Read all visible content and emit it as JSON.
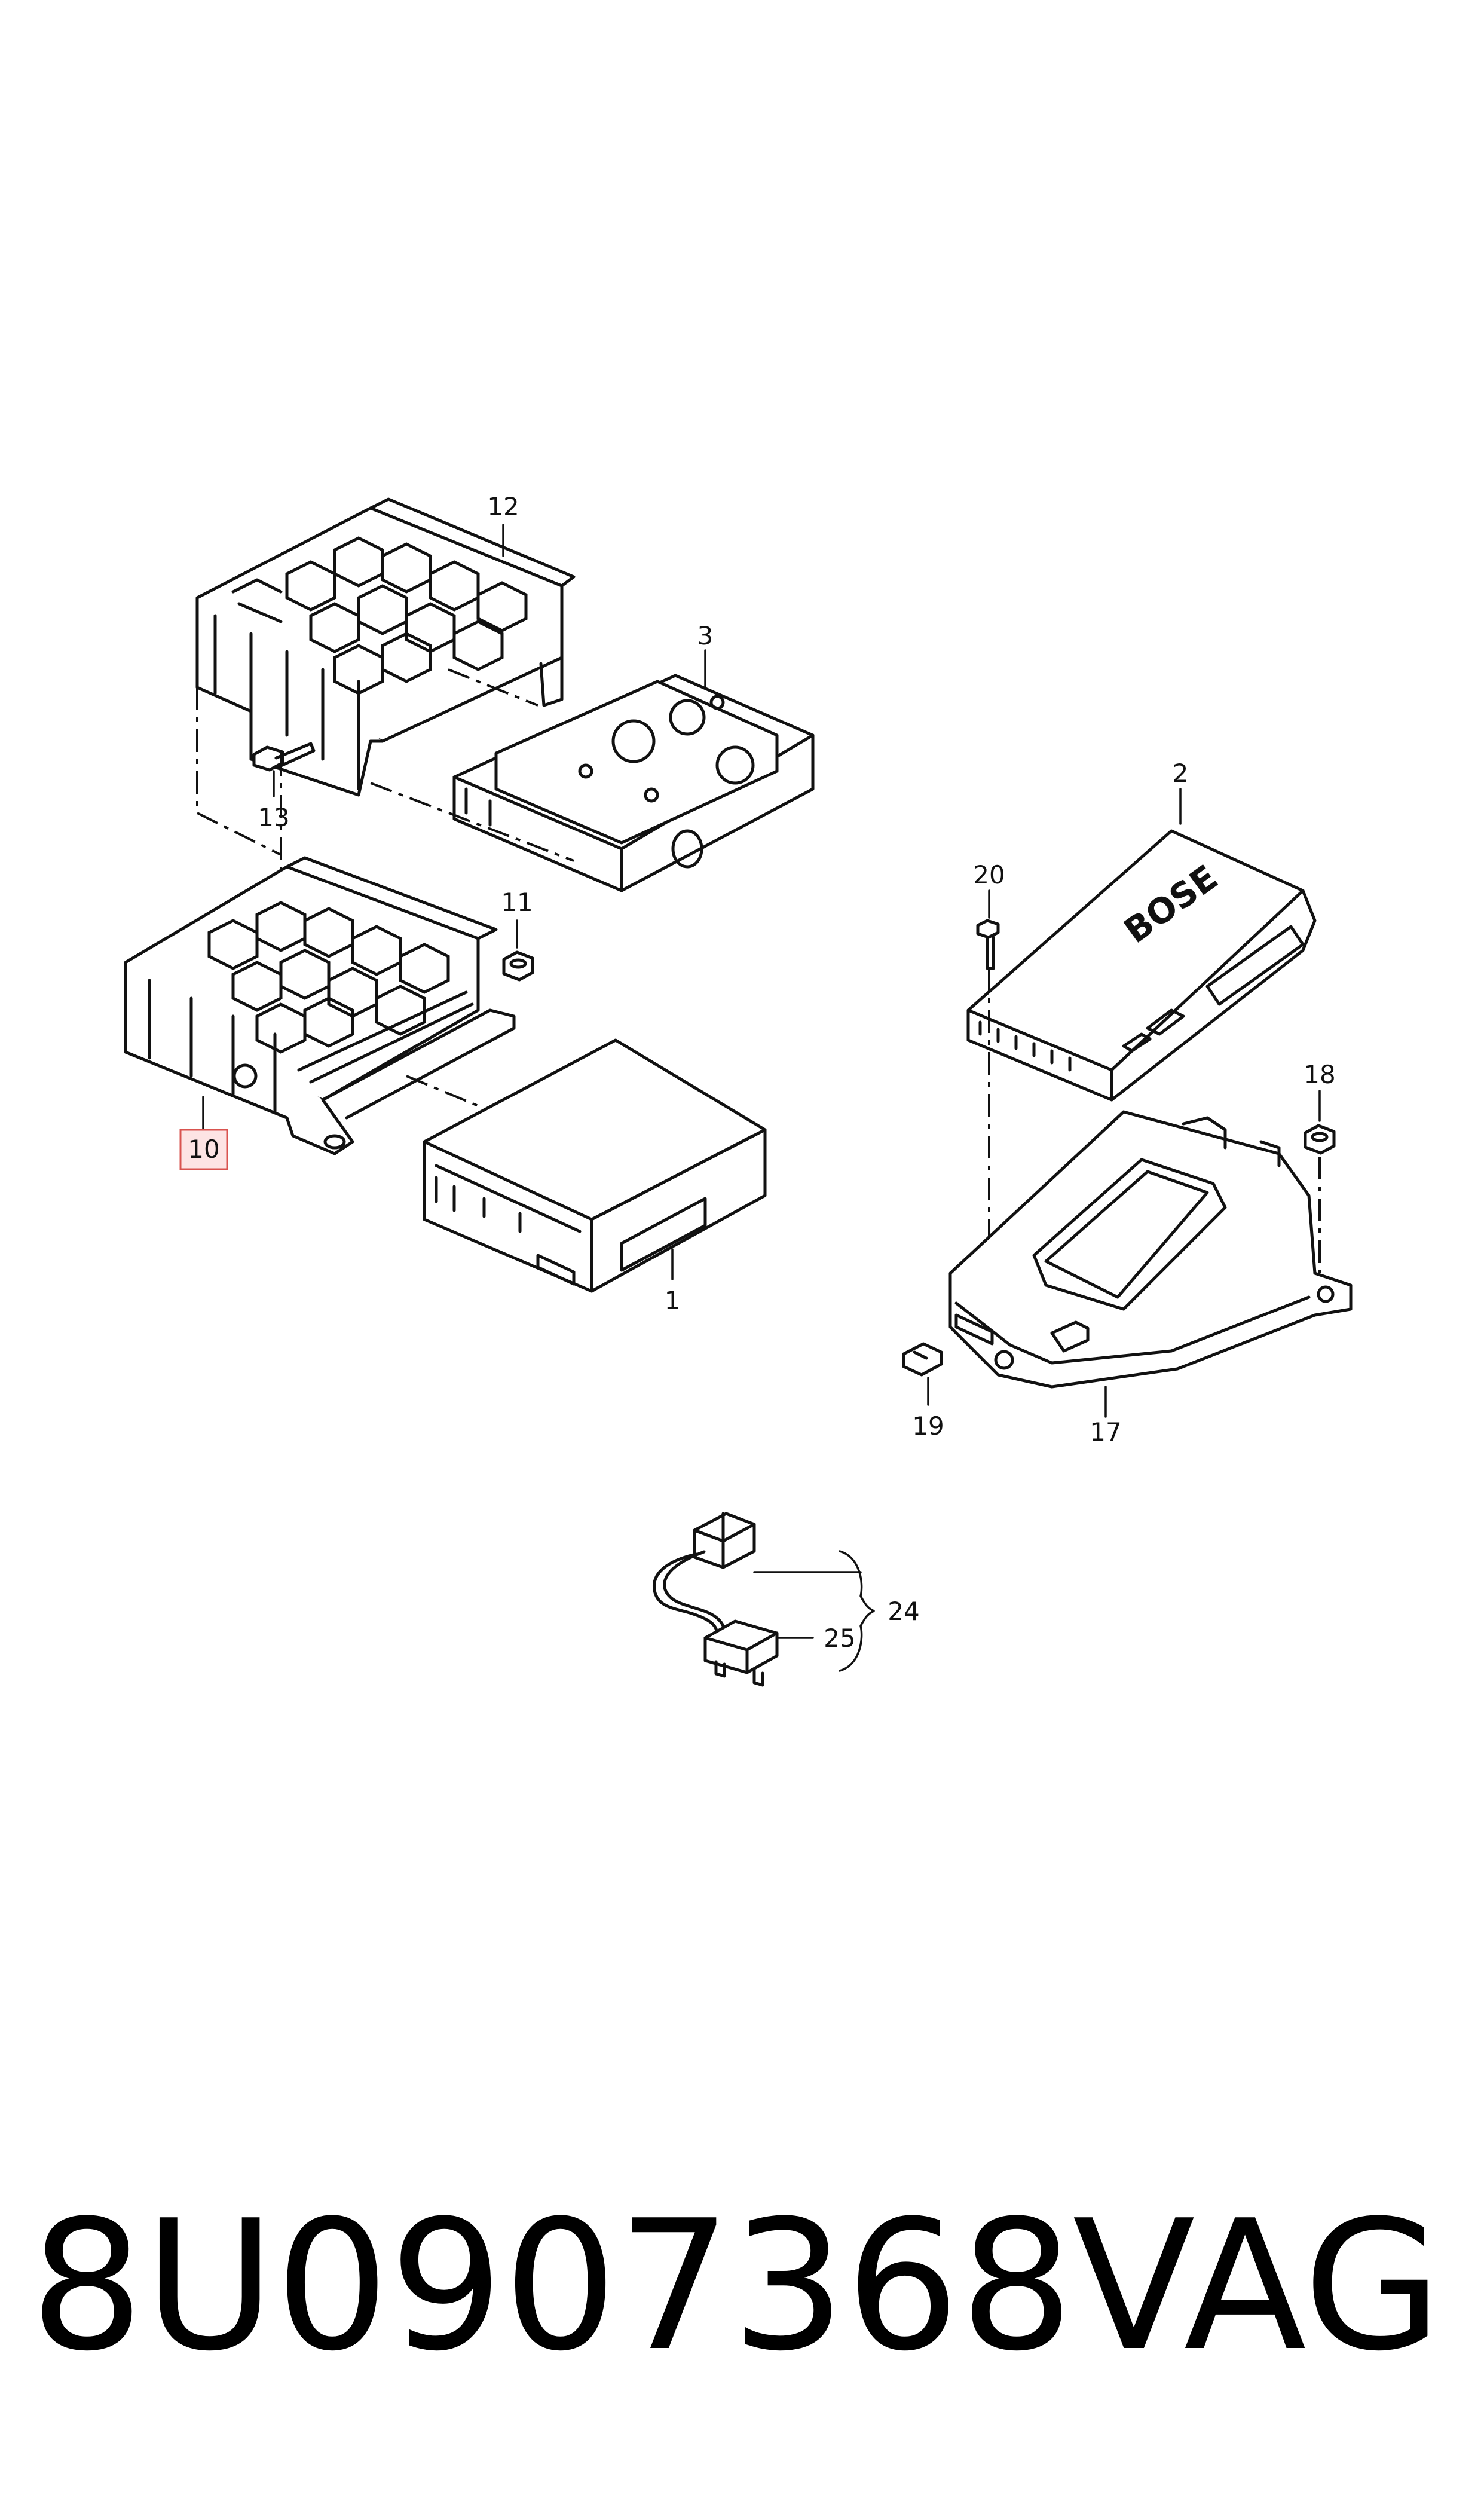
{
  "diagram": {
    "callouts": {
      "c1": "1",
      "c2": "2",
      "c3": "3",
      "c10": "10",
      "c11": "11",
      "c12": "12",
      "c13": "13",
      "c17": "17",
      "c18": "18",
      "c19": "19",
      "c20": "20",
      "c24": "24",
      "c25": "25"
    },
    "highlighted_callout": "10",
    "brand_mark": "BOSE"
  },
  "footer": {
    "part_number": "8U0907368",
    "manufacturer": "VAG"
  },
  "colors": {
    "line": "#111111",
    "highlight_fill": "#fde4e4",
    "highlight_stroke": "#d9534f"
  }
}
